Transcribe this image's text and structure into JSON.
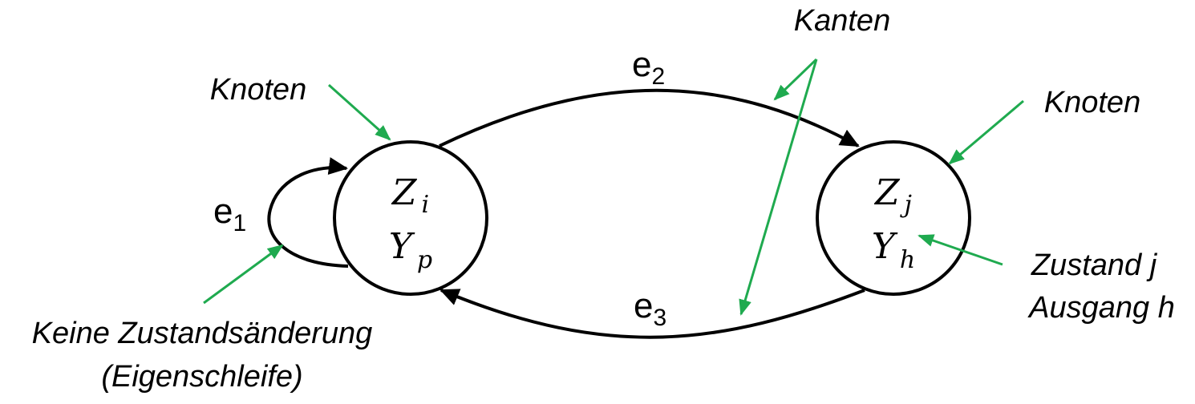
{
  "nodes": {
    "i": {
      "state_var": "Z",
      "state_index": "i",
      "output_var": "Y",
      "output_index": "p"
    },
    "j": {
      "state_var": "Z",
      "state_index": "j",
      "output_var": "Y",
      "output_index": "h"
    }
  },
  "edges": {
    "e1": {
      "base": "e",
      "index": "1"
    },
    "e2": {
      "base": "e",
      "index": "2"
    },
    "e3": {
      "base": "e",
      "index": "3"
    }
  },
  "annotations": {
    "kanten": "Kanten",
    "knoten_left": "Knoten",
    "knoten_right": "Knoten",
    "zustand_line1": "Zustand j",
    "zustand_line2": "Ausgang h",
    "eigen_line1": "Keine Zustandsänderung",
    "eigen_line2": "(Eigenschleife)"
  },
  "colors": {
    "line": "#000000",
    "annotation_arrow": "#1faa4f",
    "text": "#000000"
  }
}
